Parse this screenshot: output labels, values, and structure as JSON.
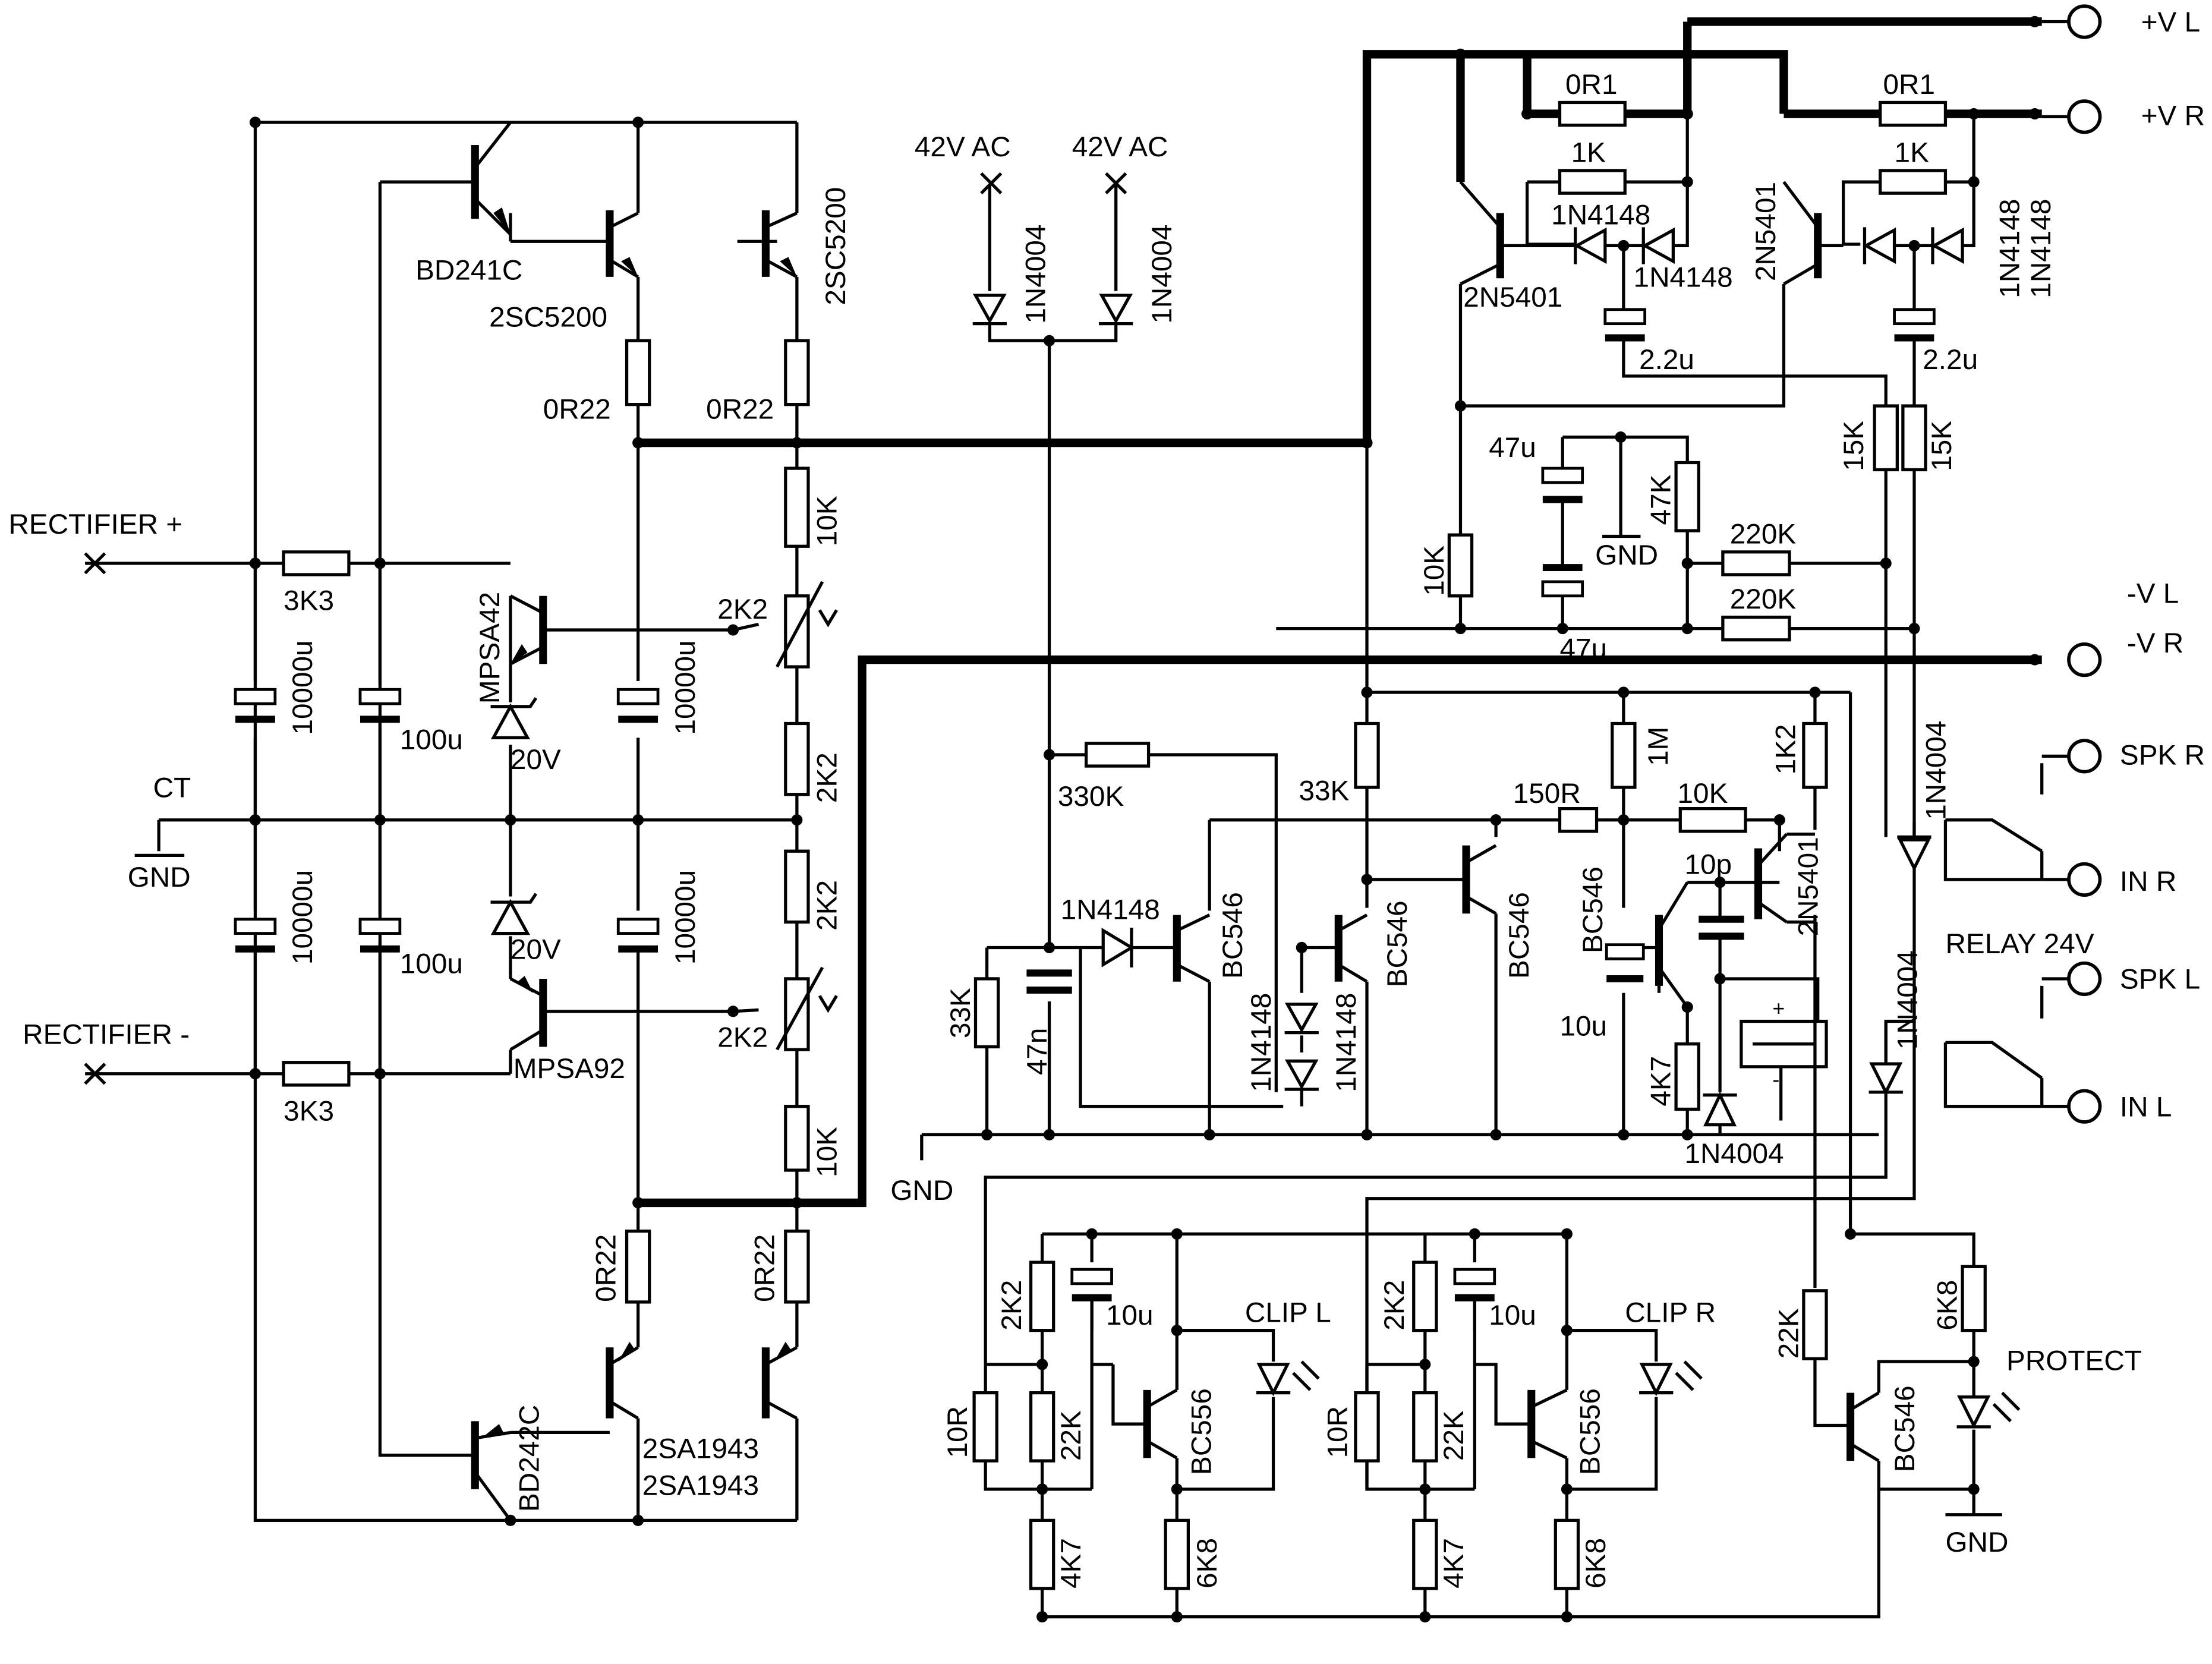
{
  "labels": {
    "vl_plus": "+V L",
    "vr_plus": "+V R",
    "vl_minus": "-V L",
    "vr_minus": "-V R",
    "rect_plus": "RECTIFIER +",
    "rect_minus": "RECTIFIER -",
    "ct": "CT",
    "gnd": "GND",
    "ac": "42V AC",
    "spk_r": "SPK R",
    "in_r": "IN R",
    "spk_l": "SPK L",
    "in_l": "IN L",
    "relay": "RELAY 24V",
    "clip_l": "CLIP L",
    "clip_r": "CLIP R",
    "protect": "PROTECT"
  },
  "parts": {
    "bd241c": "BD241C",
    "bd242c": "BD242C",
    "q2sc5200": "2SC5200",
    "q2sa1943": "2SA1943",
    "mpsa42": "MPSA42",
    "mpsa92": "MPSA92",
    "bc546": "BC546",
    "bc556": "BC556",
    "q2n5401": "2N5401",
    "d1n4004": "1N4004",
    "d1n4148": "1N4148",
    "r0r22": "0R22",
    "r0r1": "0R1",
    "r1k": "1K",
    "r3k3": "3K3",
    "r10k": "10K",
    "r2k2": "2K2",
    "r47k": "47K",
    "r220k": "220K",
    "r15k": "15K",
    "r330k": "330K",
    "r33k": "33K",
    "r1m": "1M",
    "r150r": "150R",
    "r1k2": "1K2",
    "r4k7": "4K7",
    "r22k": "22K",
    "r6k8": "6K8",
    "r10r": "10R",
    "c10000u": "10000u",
    "c100u": "100u",
    "c2u2": "2.2u",
    "c47u": "47u",
    "c47n": "47n",
    "c10u": "10u",
    "c10p": "10p",
    "z20v": "20V",
    "plus": "+",
    "minus": "-"
  },
  "colors": {
    "ink": "#000000",
    "paper": "#ffffff"
  }
}
